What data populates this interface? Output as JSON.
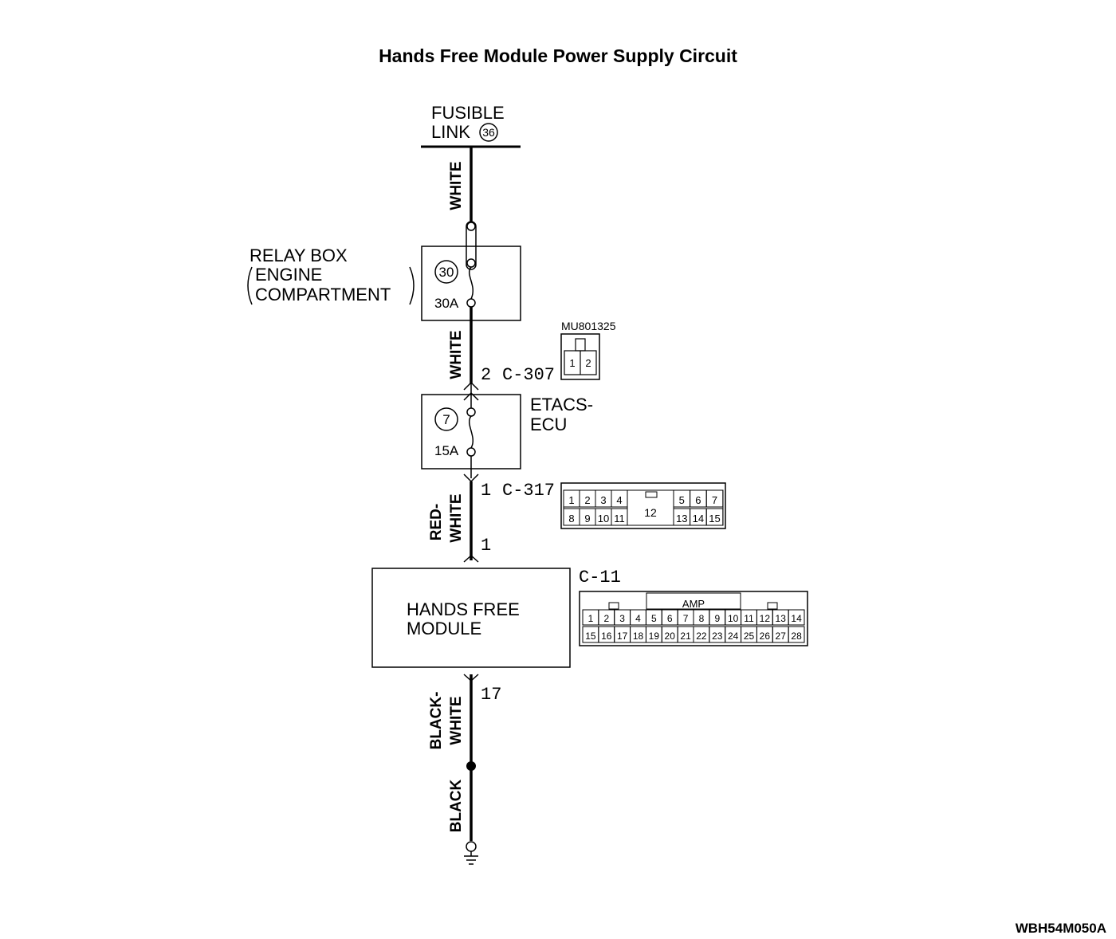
{
  "title": "Hands Free Module Power Supply Circuit",
  "fusible_link": {
    "line1": "FUSIBLE",
    "line2": "LINK",
    "number": "36"
  },
  "relay_box": {
    "line1": "RELAY BOX",
    "line2": "ENGINE",
    "line3": "COMPARTMENT",
    "fuse_number": "30",
    "fuse_rating": "30A"
  },
  "etacs": {
    "line1": "ETACS-",
    "line2": "ECU",
    "fuse_number": "7",
    "fuse_rating": "15A"
  },
  "hands_free_module": {
    "line1": "HANDS FREE",
    "line2": "MODULE"
  },
  "wires": {
    "white_top": "WHITE",
    "white_mid": "WHITE",
    "red_white_1": "RED-",
    "red_white_2": "WHITE",
    "black_white_1": "BLACK-",
    "black_white_2": "WHITE",
    "black": "BLACK"
  },
  "pins": {
    "c307_pin": "2",
    "c317_pin": "1",
    "c11_pin_top": "1",
    "c11_pin_bottom": "17"
  },
  "connectors": {
    "c307": {
      "id": "C-307",
      "part": "MU801325",
      "pins": [
        "1",
        "2"
      ]
    },
    "c317": {
      "id": "C-317",
      "row1_left": [
        "1",
        "2",
        "3",
        "4"
      ],
      "row1_right": [
        "5",
        "6",
        "7"
      ],
      "row2_left": [
        "8",
        "9",
        "10",
        "11"
      ],
      "row2_right": [
        "13",
        "14",
        "15"
      ],
      "center": "12"
    },
    "c11": {
      "id": "C-11",
      "label": "AMP",
      "row1": [
        "1",
        "2",
        "3",
        "4",
        "5",
        "6",
        "7",
        "8",
        "9",
        "10",
        "11",
        "12",
        "13",
        "14"
      ],
      "row2": [
        "15",
        "16",
        "17",
        "18",
        "19",
        "20",
        "21",
        "22",
        "23",
        "24",
        "25",
        "26",
        "27",
        "28"
      ]
    }
  },
  "figure_code": "WBH54M050A"
}
